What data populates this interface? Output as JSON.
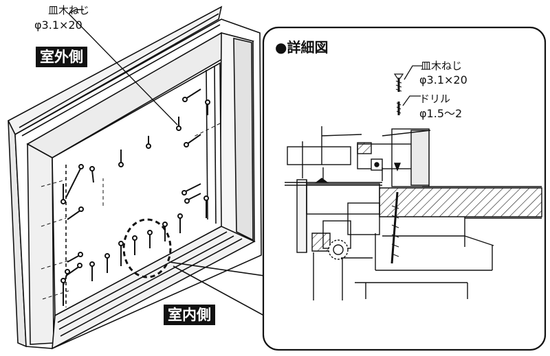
{
  "outside_label": "室外側",
  "inside_label": "室内側",
  "main_screw": {
    "name": "皿木ねじ",
    "size": "φ3.1×20"
  },
  "detail": {
    "title": "●詳細図",
    "screw": {
      "name": "皿木ねじ",
      "size": "φ3.1×20"
    },
    "drill": {
      "name": "ドリル",
      "size": "φ1.5～2"
    }
  }
}
